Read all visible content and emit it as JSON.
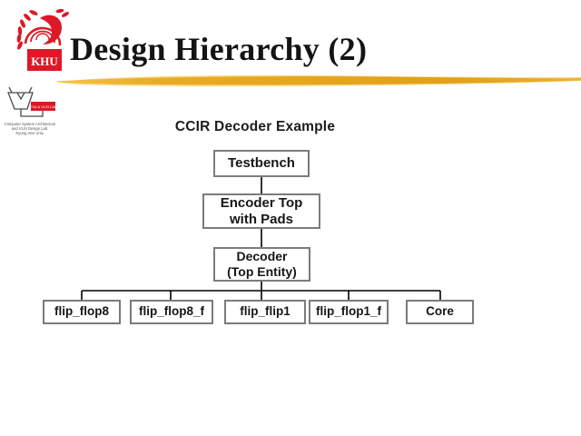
{
  "slide": {
    "title": "Design Hierarchy (2)"
  },
  "khu_logo": {
    "text": "KHU"
  },
  "lab_logo": {
    "tag": "CSA & VLSI LAB",
    "lines": [
      "Computer System Architecture",
      "and VLSI Design Lab.",
      "Kyung Hee Univ."
    ]
  },
  "diagram": {
    "title": "CCIR Decoder Example",
    "nodes": [
      {
        "id": "testbench",
        "label": "Testbench"
      },
      {
        "id": "encoder-top",
        "label": "Encoder Top\nwith Pads"
      },
      {
        "id": "decoder",
        "label": "Decoder\n(Top Entity)"
      },
      {
        "id": "flip_flop8",
        "label": "flip_flop8"
      },
      {
        "id": "flip_flop8_f",
        "label": "flip_flop8_f"
      },
      {
        "id": "flip_flip1",
        "label": "flip_flip1"
      },
      {
        "id": "flip_flop1_f",
        "label": "flip_flop1_f"
      },
      {
        "id": "core",
        "label": "Core"
      }
    ],
    "hierarchy": [
      [
        "Testbench",
        "Encoder Top with Pads"
      ],
      [
        "Encoder Top with Pads",
        "Decoder (Top Entity)"
      ],
      [
        "Decoder (Top Entity)",
        "flip_flop8"
      ],
      [
        "Decoder (Top Entity)",
        "flip_flop8_f"
      ],
      [
        "Decoder (Top Entity)",
        "flip_flip1"
      ],
      [
        "Decoder (Top Entity)",
        "flip_flop1_f"
      ],
      [
        "Decoder (Top Entity)",
        "Core"
      ]
    ]
  },
  "colors": {
    "logo_red": "#de1826",
    "swoosh_gold": "#e6a81f",
    "swoosh_gold_light": "#f5ca58",
    "box_border": "#7b7b7b",
    "connector_black": "#000000",
    "text_dark": "#161616"
  }
}
